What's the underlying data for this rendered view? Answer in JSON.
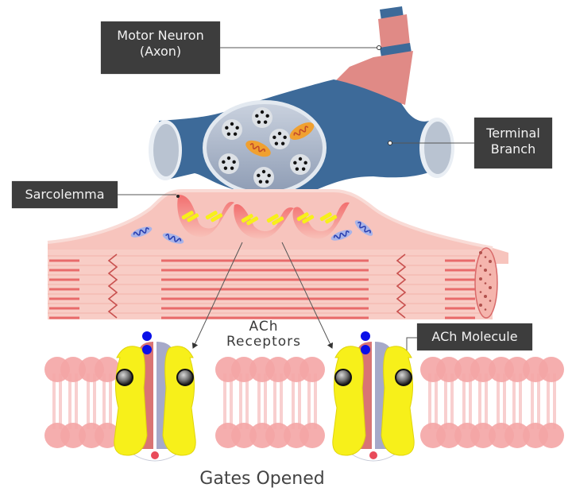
{
  "labels": {
    "motor_neuron_line1": "Motor Neuron",
    "motor_neuron_line2": "(Axon)",
    "terminal_branch_line1": "Terminal",
    "terminal_branch_line2": "Branch",
    "sarcolemma": "Sarcolemma",
    "ach_receptors_line1": "ACh",
    "ach_receptors_line2": "Receptors",
    "ach_molecule": "ACh Molecule",
    "caption": "Gates Opened"
  },
  "colors": {
    "axon_blue": "#3d6a99",
    "axon_sheath_pink": "#e08a86",
    "terminal_interior": "#b9c3d1",
    "muscle_pink": "#f7c4bd",
    "muscle_dark": "#e86b6b",
    "receptor_yellow": "#f7f01a",
    "ach_blue": "#0a10e8",
    "label_bg": "#3d3d3d",
    "membrane_pink": "#f4a5a5",
    "channel_red": "#d97474",
    "channel_lavender": "#a6a9c9"
  }
}
